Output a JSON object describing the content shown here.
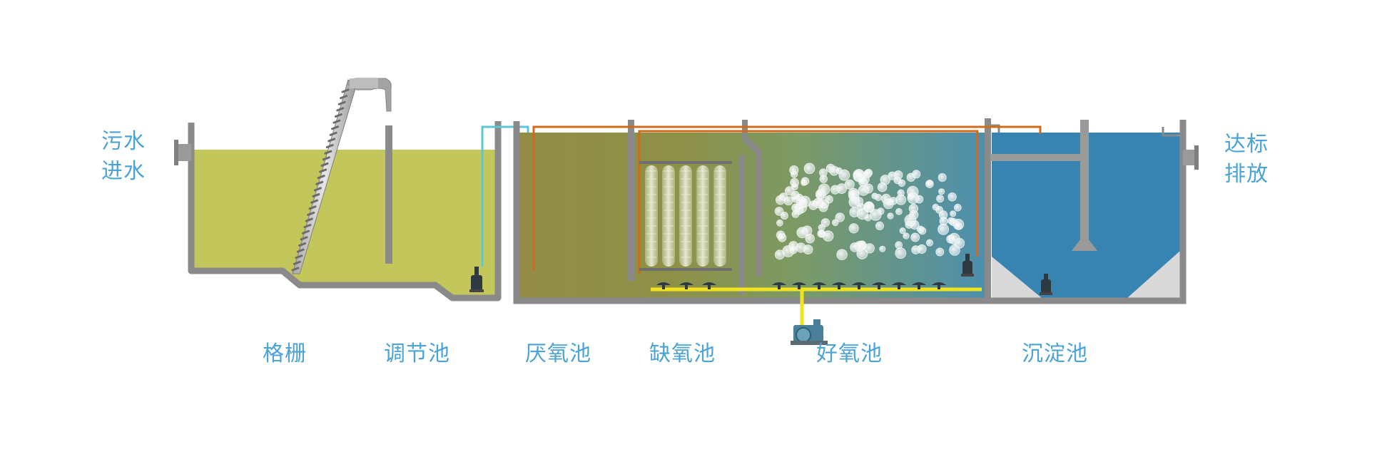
{
  "labels": {
    "inlet_line1": "污水",
    "inlet_line2": "进水",
    "outlet_line1": "达标",
    "outlet_line2": "排放",
    "grille": "格栅",
    "equalization": "调节池",
    "anaerobic": "厌氧池",
    "anoxic": "缺氧池",
    "aerobic": "好氧池",
    "sedimentation": "沉淀池"
  },
  "colors": {
    "label_blue": "#4ba3d6",
    "wall_gray": "#8a8a8a",
    "sewage_green": "#c3c65a",
    "anaerobic_olive": "#8e8b47",
    "clear_blue": "#3784b2",
    "air_pipe_yellow": "#f2e320",
    "return_pipe_orange": "#d06b1a",
    "lift_pipe_cyan": "#5ec6d6"
  },
  "icons": [
    "submersible-pump-icon",
    "air-blower-icon",
    "air-diffuser-icon",
    "bubble-icon"
  ]
}
